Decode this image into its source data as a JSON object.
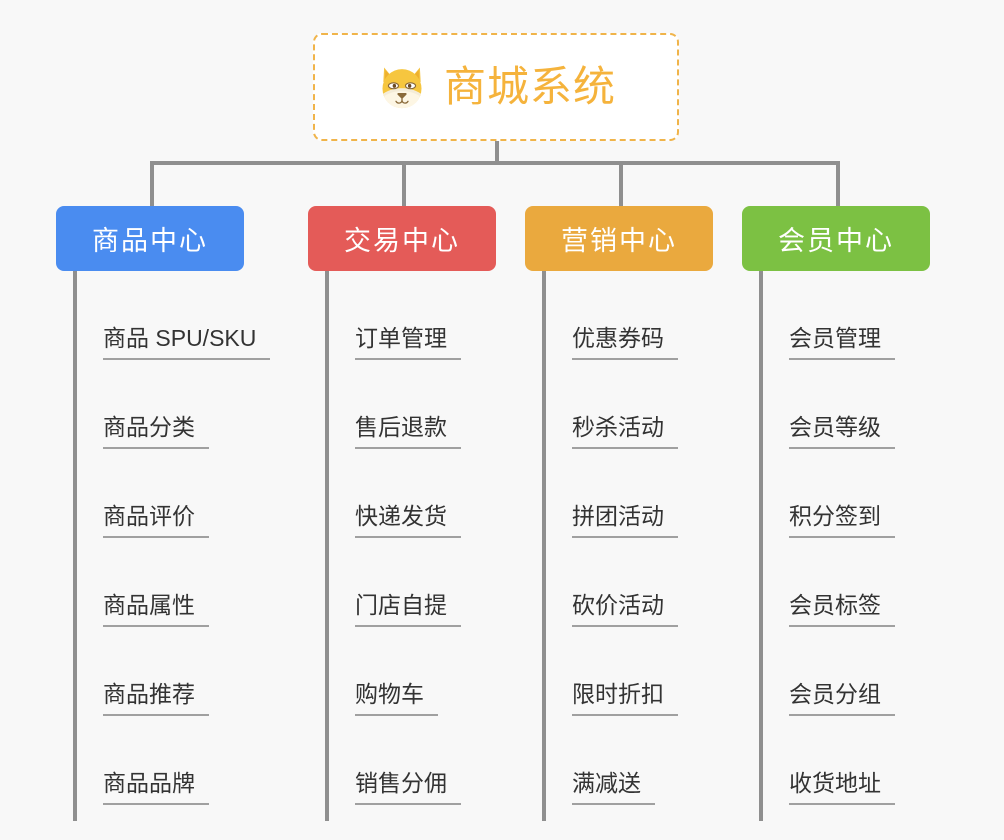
{
  "canvas": {
    "background_color": "#f8f8f8",
    "connector_color": "#8f8f8f",
    "leaf_text_color": "#333333",
    "leaf_underline_color": "#a0a0a0"
  },
  "root": {
    "title": "商城系统",
    "icon": "shiba-dog-icon",
    "text_color": "#f5b33c",
    "border_color": "#f0b44a",
    "background_color": "#ffffff"
  },
  "branches": [
    {
      "title": "商品中心",
      "color": "#4a8cf0",
      "leaves": [
        "商品 SPU/SKU",
        "商品分类",
        "商品评价",
        "商品属性",
        "商品推荐",
        "商品品牌"
      ]
    },
    {
      "title": "交易中心",
      "color": "#e45b58",
      "leaves": [
        "订单管理",
        "售后退款",
        "快递发货",
        "门店自提",
        "购物车",
        "销售分佣"
      ]
    },
    {
      "title": "营销中心",
      "color": "#eaa93e",
      "leaves": [
        "优惠券码",
        "秒杀活动",
        "拼团活动",
        "砍价活动",
        "限时折扣",
        "满减送"
      ]
    },
    {
      "title": "会员中心",
      "color": "#7cc143",
      "leaves": [
        "会员管理",
        "会员等级",
        "积分签到",
        "会员标签",
        "会员分组",
        "收货地址"
      ]
    }
  ]
}
